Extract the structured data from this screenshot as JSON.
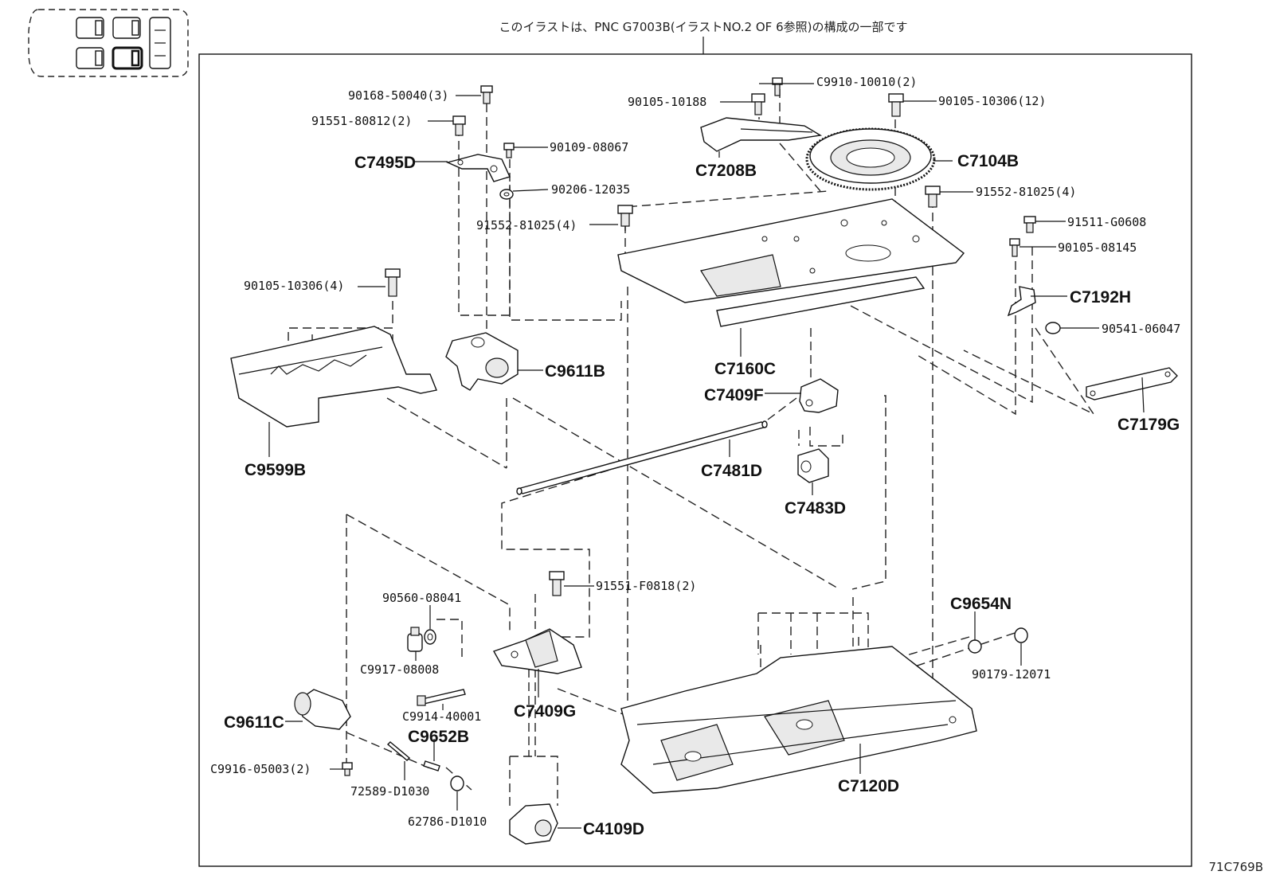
{
  "header": {
    "note": "このイラストは、PNC G7003B(イラストNO.2 OF 6参照)の構成の一部です"
  },
  "figure_id": "71C769B",
  "thumbnail": {
    "icon": "seat-layout-icon"
  },
  "parts": [
    {
      "id": "p01",
      "code": "90168-50040(3)"
    },
    {
      "id": "p02",
      "code": "91551-80812(2)"
    },
    {
      "id": "p03",
      "code": "C7495D"
    },
    {
      "id": "p04",
      "code": "90109-08067"
    },
    {
      "id": "p05",
      "code": "90206-12035"
    },
    {
      "id": "p06",
      "code": "91552-81025(4)"
    },
    {
      "id": "p07",
      "code": "C9910-10010(2)"
    },
    {
      "id": "p08",
      "code": "90105-10188"
    },
    {
      "id": "p09",
      "code": "90105-10306(12)"
    },
    {
      "id": "p10",
      "code": "C7208B"
    },
    {
      "id": "p11",
      "code": "C7104B"
    },
    {
      "id": "p12",
      "code": "91552-81025(4)"
    },
    {
      "id": "p13",
      "code": "91511-G0608"
    },
    {
      "id": "p14",
      "code": "90105-08145"
    },
    {
      "id": "p15",
      "code": "C7192H"
    },
    {
      "id": "p16",
      "code": "90541-06047"
    },
    {
      "id": "p17",
      "code": "90105-10306(4)"
    },
    {
      "id": "p18",
      "code": "C9611B"
    },
    {
      "id": "p19",
      "code": "C7160C"
    },
    {
      "id": "p20",
      "code": "C7409F"
    },
    {
      "id": "p21",
      "code": "C7179G"
    },
    {
      "id": "p22",
      "code": "C9599B"
    },
    {
      "id": "p23",
      "code": "C7481D"
    },
    {
      "id": "p24",
      "code": "C7483D"
    },
    {
      "id": "p25",
      "code": "91551-F0818(2)"
    },
    {
      "id": "p26",
      "code": "90560-08041"
    },
    {
      "id": "p27",
      "code": "C9917-08008"
    },
    {
      "id": "p28",
      "code": "C9914-40001"
    },
    {
      "id": "p29",
      "code": "C7409G"
    },
    {
      "id": "p30",
      "code": "C9611C"
    },
    {
      "id": "p31",
      "code": "C9652B"
    },
    {
      "id": "p32",
      "code": "C9654N"
    },
    {
      "id": "p33",
      "code": "90179-12071"
    },
    {
      "id": "p34",
      "code": "C9916-05003(2)"
    },
    {
      "id": "p35",
      "code": "72589-D1030"
    },
    {
      "id": "p36",
      "code": "62786-D1010"
    },
    {
      "id": "p37",
      "code": "C4109D"
    },
    {
      "id": "p38",
      "code": "C7120D"
    }
  ]
}
